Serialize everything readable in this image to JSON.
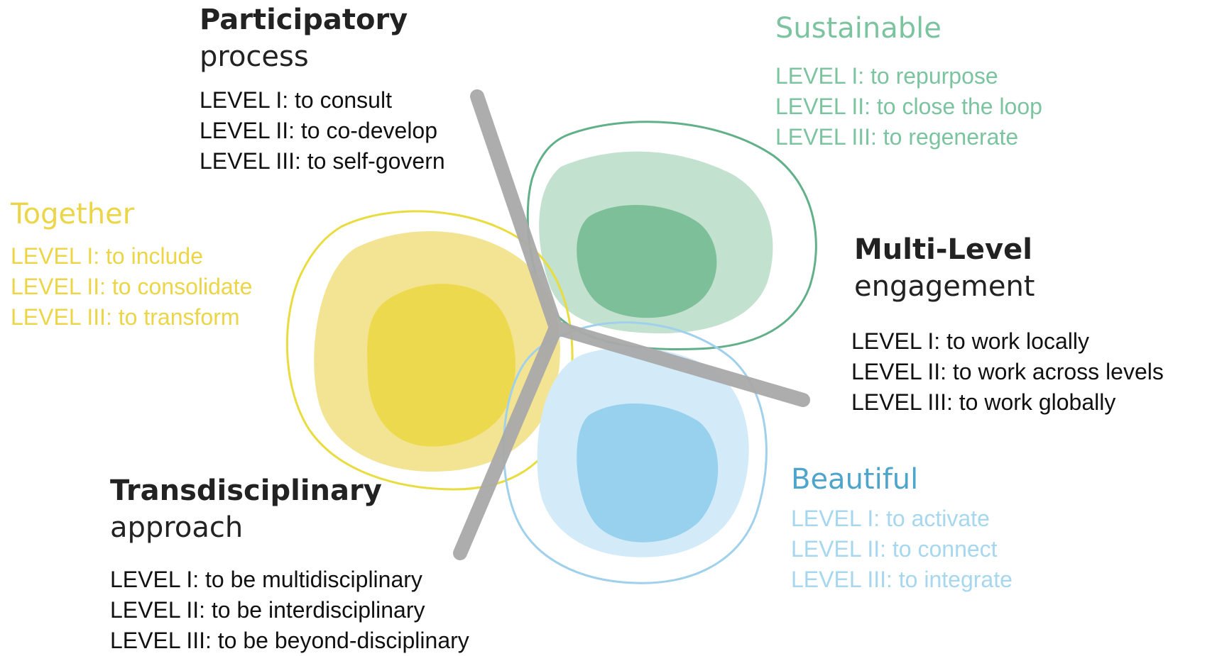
{
  "colors": {
    "gray": "#a9a9a9",
    "green_outline": "#62b08a",
    "green_light": "#b8dcc7",
    "green_dark": "#7dbf98",
    "yellow_outline": "#e9dc3f",
    "yellow_light": "#f2e493",
    "yellow_dark": "#ecd94d",
    "blue_outline": "#9fd0ec",
    "blue_light": "#d3eaf8",
    "blue_dark": "#97d1ee"
  },
  "participatory": {
    "title": "Participatory",
    "subtitle": "process",
    "levels": [
      "LEVEL I: to consult",
      "LEVEL II: to co-develop",
      "LEVEL III: to self-govern"
    ]
  },
  "sustainable": {
    "title": "Sustainable",
    "levels": [
      "LEVEL I: to repurpose",
      "LEVEL II: to close the loop",
      "LEVEL III: to regenerate"
    ]
  },
  "together": {
    "title": "Together",
    "levels": [
      "LEVEL I: to include",
      "LEVEL II: to consolidate",
      "LEVEL III: to transform"
    ]
  },
  "multilevel": {
    "title": "Multi-Level",
    "subtitle": "engagement",
    "levels": [
      "LEVEL I: to work locally",
      "LEVEL II: to work across levels",
      "LEVEL III: to work globally"
    ]
  },
  "beautiful": {
    "title": "Beautiful",
    "levels": [
      "LEVEL I: to activate",
      "LEVEL II: to connect",
      "LEVEL III: to integrate"
    ]
  },
  "transdisciplinary": {
    "title": "Transdisciplinary",
    "subtitle": "approach",
    "levels": [
      "LEVEL I: to be multidisciplinary",
      "LEVEL II: to be interdisciplinary",
      "LEVEL III: to be beyond-disciplinary"
    ]
  }
}
